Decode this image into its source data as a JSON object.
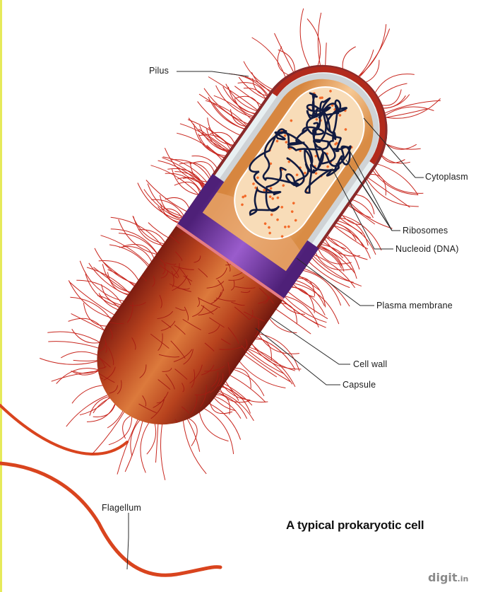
{
  "diagram": {
    "labels": {
      "pilus": "Pilus",
      "cytoplasm": "Cytoplasm",
      "ribosomes": "Ribosomes",
      "nucleoid": "Nucleoid (DNA)",
      "plasma_membrane": "Plasma membrane",
      "cell_wall": "Cell wall",
      "capsule": "Capsule",
      "flagellum": "Flagellum"
    },
    "caption": "A typical prokaryotic cell",
    "brand": {
      "name": "digit",
      "tld": ".in"
    },
    "colors": {
      "capsule": "#b5281d",
      "cell_wall": "#8a2a2a",
      "plasma_membrane_band": "#7a3aa8",
      "membrane_edge": "#cfd3d6",
      "cytoplasm": "#e9a35e",
      "cytoplasm_light": "#f7d9b3",
      "dna": "#111a40",
      "ribosome": "#f26a2a",
      "pili": "#c8261e",
      "flagellum": "#d9441e",
      "leader": "#2a2a2a",
      "accent_rule": "#e6ea5a"
    }
  }
}
